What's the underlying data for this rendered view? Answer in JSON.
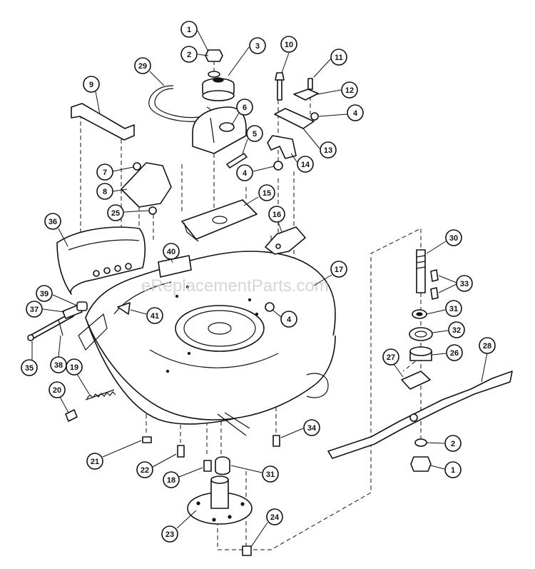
{
  "watermark": "eReplacementParts.com",
  "callouts": [
    {
      "number": "1",
      "part": "hex-nut"
    },
    {
      "number": "2",
      "part": "lock-washer"
    },
    {
      "number": "3",
      "part": "pulley"
    },
    {
      "number": "10",
      "part": "bolt"
    },
    {
      "number": "11",
      "part": "screw"
    },
    {
      "number": "29",
      "part": "v-belt"
    },
    {
      "number": "9",
      "part": "bracket"
    },
    {
      "number": "12",
      "part": "clip"
    },
    {
      "number": "6",
      "part": "belt-guard"
    },
    {
      "number": "4",
      "part": "nut"
    },
    {
      "number": "5",
      "part": "screw"
    },
    {
      "number": "13",
      "part": "bracket"
    },
    {
      "number": "4",
      "part": "nut"
    },
    {
      "number": "14",
      "part": "bracket"
    },
    {
      "number": "7",
      "part": "nut"
    },
    {
      "number": "8",
      "part": "bracket"
    },
    {
      "number": "15",
      "part": "mounting-plate"
    },
    {
      "number": "25",
      "part": "nut"
    },
    {
      "number": "16",
      "part": "bracket"
    },
    {
      "number": "36",
      "part": "discharge-chute"
    },
    {
      "number": "40",
      "part": "decal"
    },
    {
      "number": "30",
      "part": "blade-spindle-shaft"
    },
    {
      "number": "17",
      "part": "mower-deck-housing"
    },
    {
      "number": "33",
      "part": "key"
    },
    {
      "number": "39",
      "part": "spacer"
    },
    {
      "number": "37",
      "part": "spring"
    },
    {
      "number": "41",
      "part": "decal"
    },
    {
      "number": "4",
      "part": "nut"
    },
    {
      "number": "31",
      "part": "bearing"
    },
    {
      "number": "32",
      "part": "bearing-housing"
    },
    {
      "number": "38",
      "part": "pin"
    },
    {
      "number": "35",
      "part": "hinge-pin"
    },
    {
      "number": "26",
      "part": "spacer"
    },
    {
      "number": "28",
      "part": "mower-blade"
    },
    {
      "number": "19",
      "part": "extension-spring"
    },
    {
      "number": "27",
      "part": "blade-adapter"
    },
    {
      "number": "20",
      "part": "clip"
    },
    {
      "number": "34",
      "part": "bolt"
    },
    {
      "number": "2",
      "part": "lock-washer"
    },
    {
      "number": "21",
      "part": "bolt"
    },
    {
      "number": "22",
      "part": "bolt"
    },
    {
      "number": "18",
      "part": "bolt"
    },
    {
      "number": "31",
      "part": "bearing"
    },
    {
      "number": "1",
      "part": "hex-nut"
    },
    {
      "number": "24",
      "part": "bolt"
    },
    {
      "number": "23",
      "part": "spindle-housing"
    }
  ]
}
